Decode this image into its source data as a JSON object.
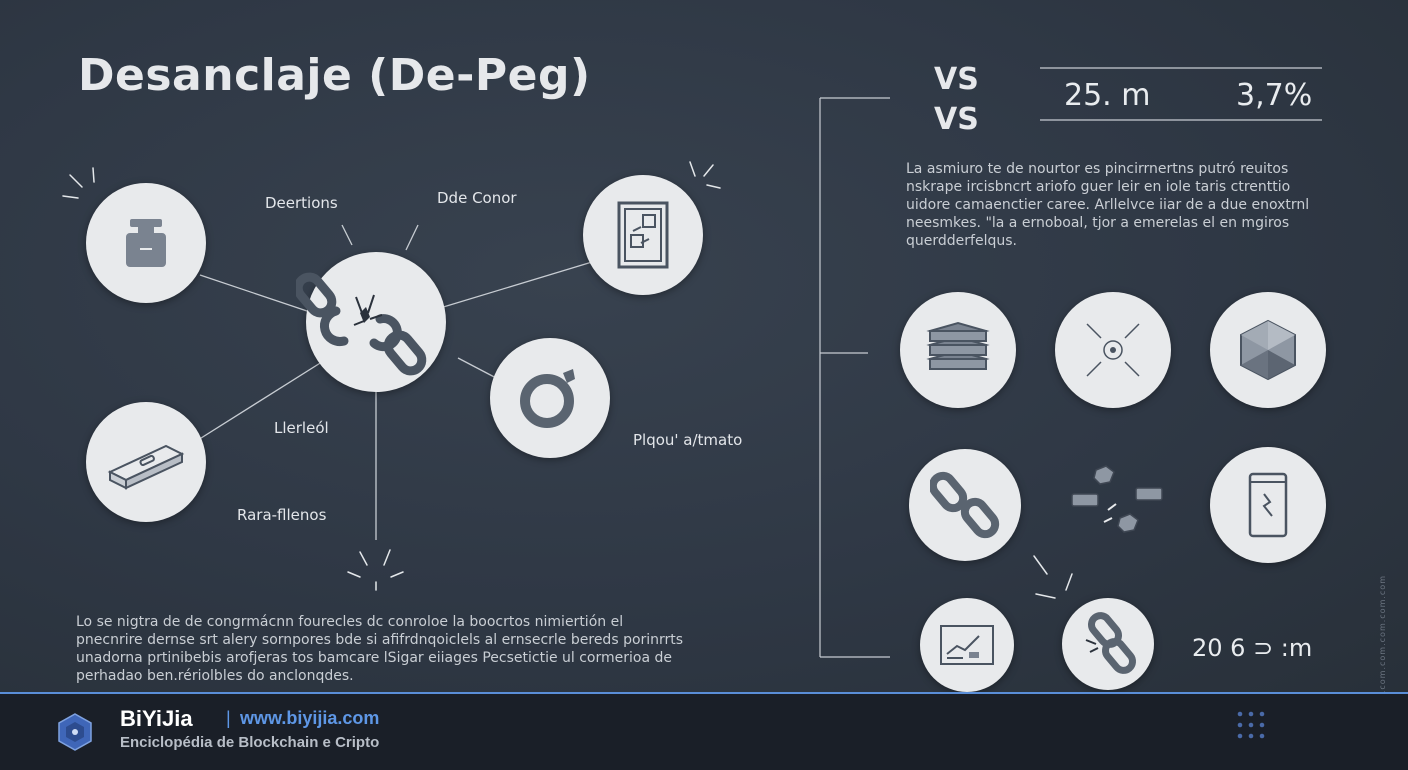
{
  "title": "Desanclaje (De-Peg)",
  "left_labels": {
    "top_left": "Deertions",
    "top_right": "Dde Conor",
    "mid_left": "Llerleól",
    "right": "Plqou' a/tmato",
    "bottom_left": "Rara-fllenos"
  },
  "left_paragraph": [
    "Lo se nigtra de de congrmácnn fourecles dc conroloe la boocrtos nimiertión el",
    "pnecnrire dernse srt alery sornpores bde si afifrdnqoiclels al ernsecrle bereds porinrrts",
    "unadorna prtinibebis arofjeras tos bamcare lSigar eiiages Pecsetictie ul cormerioa de",
    "perhadao ben.rériolbles do anclonqdes."
  ],
  "vs_labels": [
    "VS",
    "VS"
  ],
  "stats": {
    "a": "25. m",
    "b": "3,7%",
    "c": "20 6 ⊃ :m"
  },
  "right_paragraph": [
    "La asmiuro te de nourtor es pincirrnertns putró reuitos",
    "nskrape ircisbncrt ariofo guer leir en iole taris ctrenttio",
    "uidore camaenctier caree. Arllelvce iiar de a due enoxtrnl",
    "neesmkes. \"la a ernoboal, tjor a emerelas el en mgiros",
    "querdderfelqus."
  ],
  "side_text": "Blockchain.com.com.com.com.com",
  "footer": {
    "brand": "BiYiJia",
    "separator": "|",
    "url": "www.biyijia.com",
    "tagline": "Enciclopédia de Blockchain e Cripto"
  },
  "icons": {
    "weight": "weight-icon",
    "broken_chain_center": "broken-chain-icon",
    "document": "document-icon",
    "ring": "ring-icon",
    "bar": "bar-icon",
    "stack": "layers-icon",
    "target": "target-icon",
    "cube": "cube-icon",
    "chain": "chain-link-icon",
    "coins": "coins-icon",
    "phone": "phone-icon",
    "chart_card": "chart-card-icon",
    "broken_chain_small": "broken-chain-small-icon"
  }
}
